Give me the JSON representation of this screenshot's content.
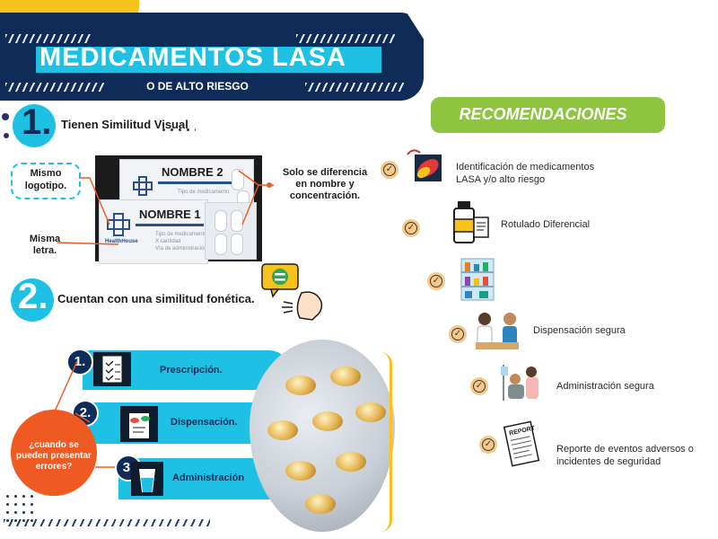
{
  "header": {
    "title": "MEDICAMENTOS LASA",
    "subtitle": "O DE ALTO RIESGO"
  },
  "section1": {
    "number": "1.",
    "heading": "Tienen Similitud  Visual",
    "callout_logo": "Mismo logotipo.",
    "callout_letter": "Misma letra.",
    "callout_difference": "Solo se diferencia en nombre y concentración.",
    "card_back_name": "NOMBRE 2",
    "card_front_name": "NOMBRE 1",
    "card_small_text": "Tipo de medicamento\nX cantidad\nVía de administración",
    "card_brand": "HealthHouse"
  },
  "section2": {
    "number": "2.",
    "heading": "Cuentan con una similitud fonética."
  },
  "recommendations": {
    "title": "RECOMENDACIONES",
    "items": [
      {
        "label": "Identificación de medicamentos LASA y/o alto riesgo",
        "icon": "pill-identification-icon"
      },
      {
        "label": "Rotulado Diferencial",
        "icon": "labeled-bottle-icon"
      },
      {
        "label": "",
        "icon": "pharmacy-shelf-icon"
      },
      {
        "label": "Dispensación segura",
        "icon": "pharmacist-dispensing-icon"
      },
      {
        "label": "Administración segura",
        "icon": "nurse-administering-icon"
      },
      {
        "label": "Reporte de eventos adversos o incidentes de seguridad",
        "icon": "report-document-icon"
      }
    ]
  },
  "process": {
    "question": "¿cuando se pueden presentar errores?",
    "steps": [
      {
        "number": "1.",
        "label": "Prescripción.",
        "icon": "clipboard-checklist-icon"
      },
      {
        "number": "2.",
        "label": "Dispensación.",
        "icon": "pills-prescription-icon"
      },
      {
        "number": "3.",
        "label": "Administración",
        "icon": "glass-of-water-icon"
      }
    ]
  },
  "colors": {
    "navy": "#0f2b57",
    "cyan": "#1ec0e3",
    "green": "#8dc53f",
    "orange": "#ef5a22",
    "yellow": "#f6c21c"
  }
}
